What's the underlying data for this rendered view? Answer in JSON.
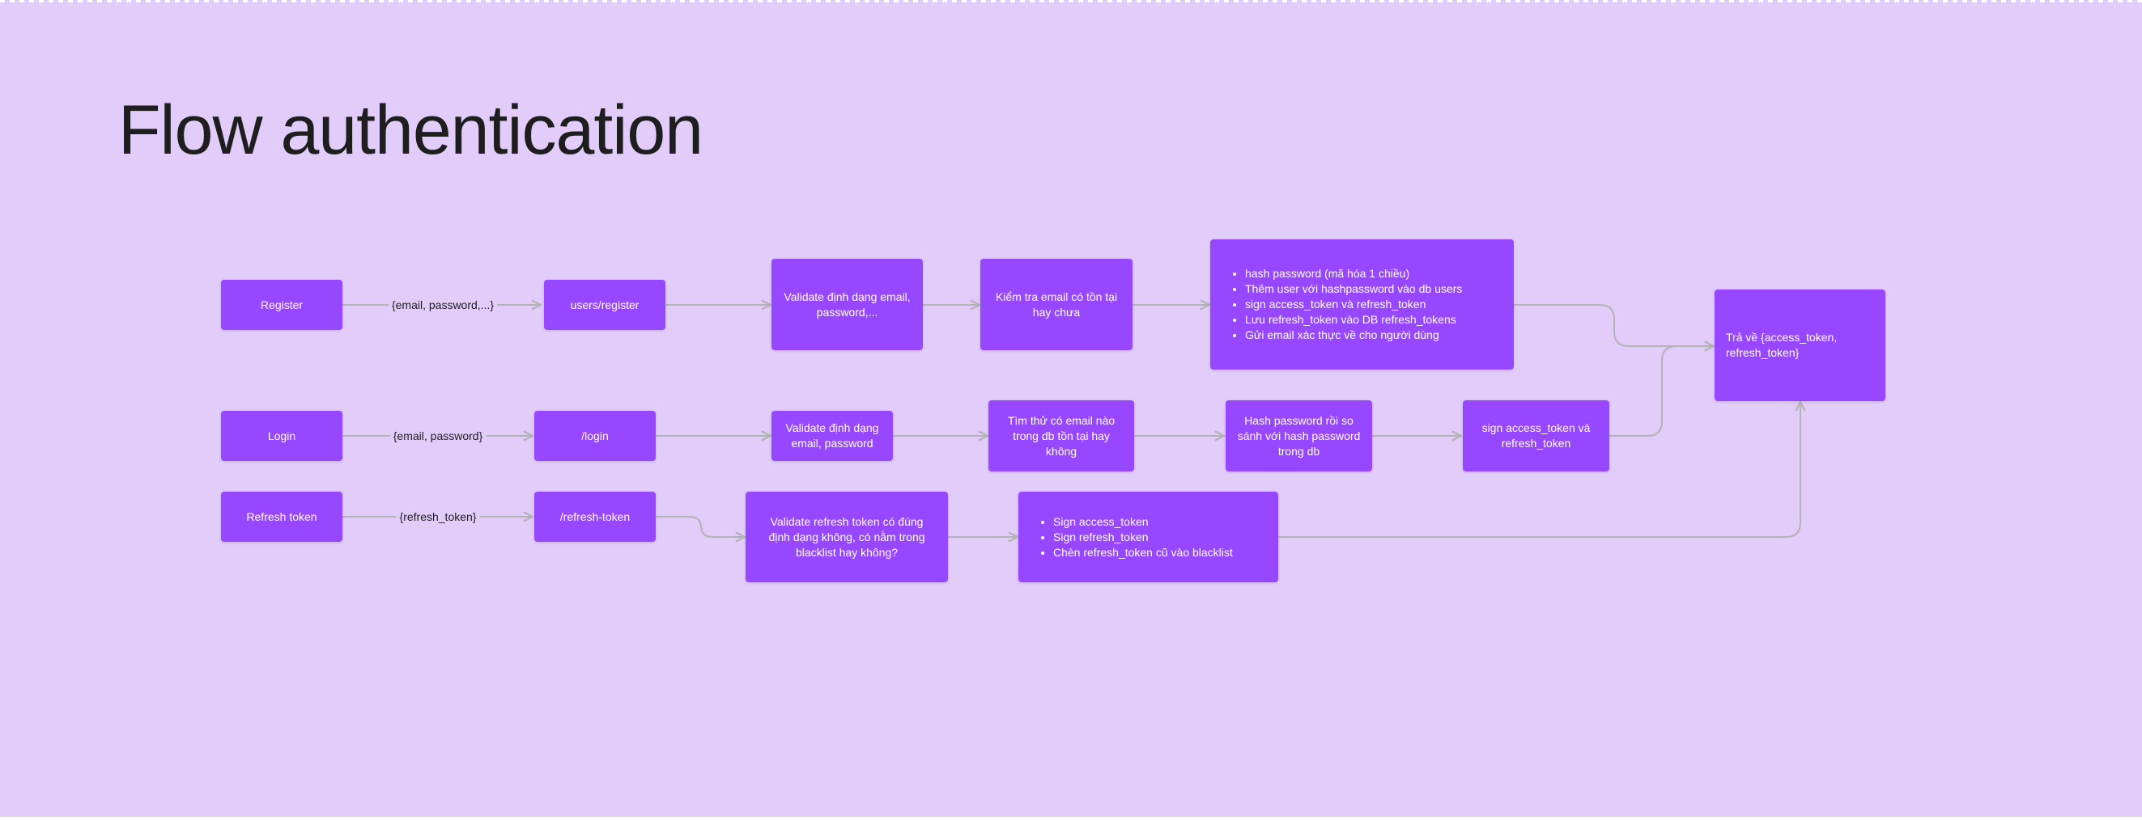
{
  "title": "Flow authentication",
  "nodes": {
    "register": "Register",
    "users_register": "users/register",
    "validate_register": "Validate định dạng email, password,...",
    "check_email_exists": "Kiểm tra email có tồn tại hay chưa",
    "register_steps": [
      "hash password (mã hóa 1 chiều)",
      "Thêm user với hashpassword vào db users",
      "sign access_token và refresh_token",
      "Lưu refresh_token vào DB refresh_tokens",
      "Gửi email xác thực về cho người dùng"
    ],
    "return_tokens": "Trả về {access_token, refresh_token}",
    "login": "Login",
    "login_endpoint": "/login",
    "validate_login": "Validate định dạng email, password",
    "find_email": "Tìm thử có email nào trong db tồn tại hay không",
    "hash_compare": "Hash password rồi so sánh với hash password trong db",
    "sign_tokens": "sign access_token và refresh_token",
    "refresh_token": "Refresh token",
    "refresh_endpoint": "/refresh-token",
    "validate_refresh": "Validate refresh token có đúng định dạng không, có nằm trong blacklist hay không?",
    "refresh_steps": [
      "Sign access_token",
      "Sign refresh_token",
      "Chèn refresh_token cũ vào blacklist"
    ]
  },
  "edge_labels": {
    "register_payload": "{email, password,...}",
    "login_payload": "{email, password}",
    "refresh_payload": "{refresh_token}"
  },
  "colors": {
    "background": "#e1ccfa",
    "node": "#9747ff",
    "connector": "#b3b3b3",
    "title": "#1e1e1e"
  }
}
